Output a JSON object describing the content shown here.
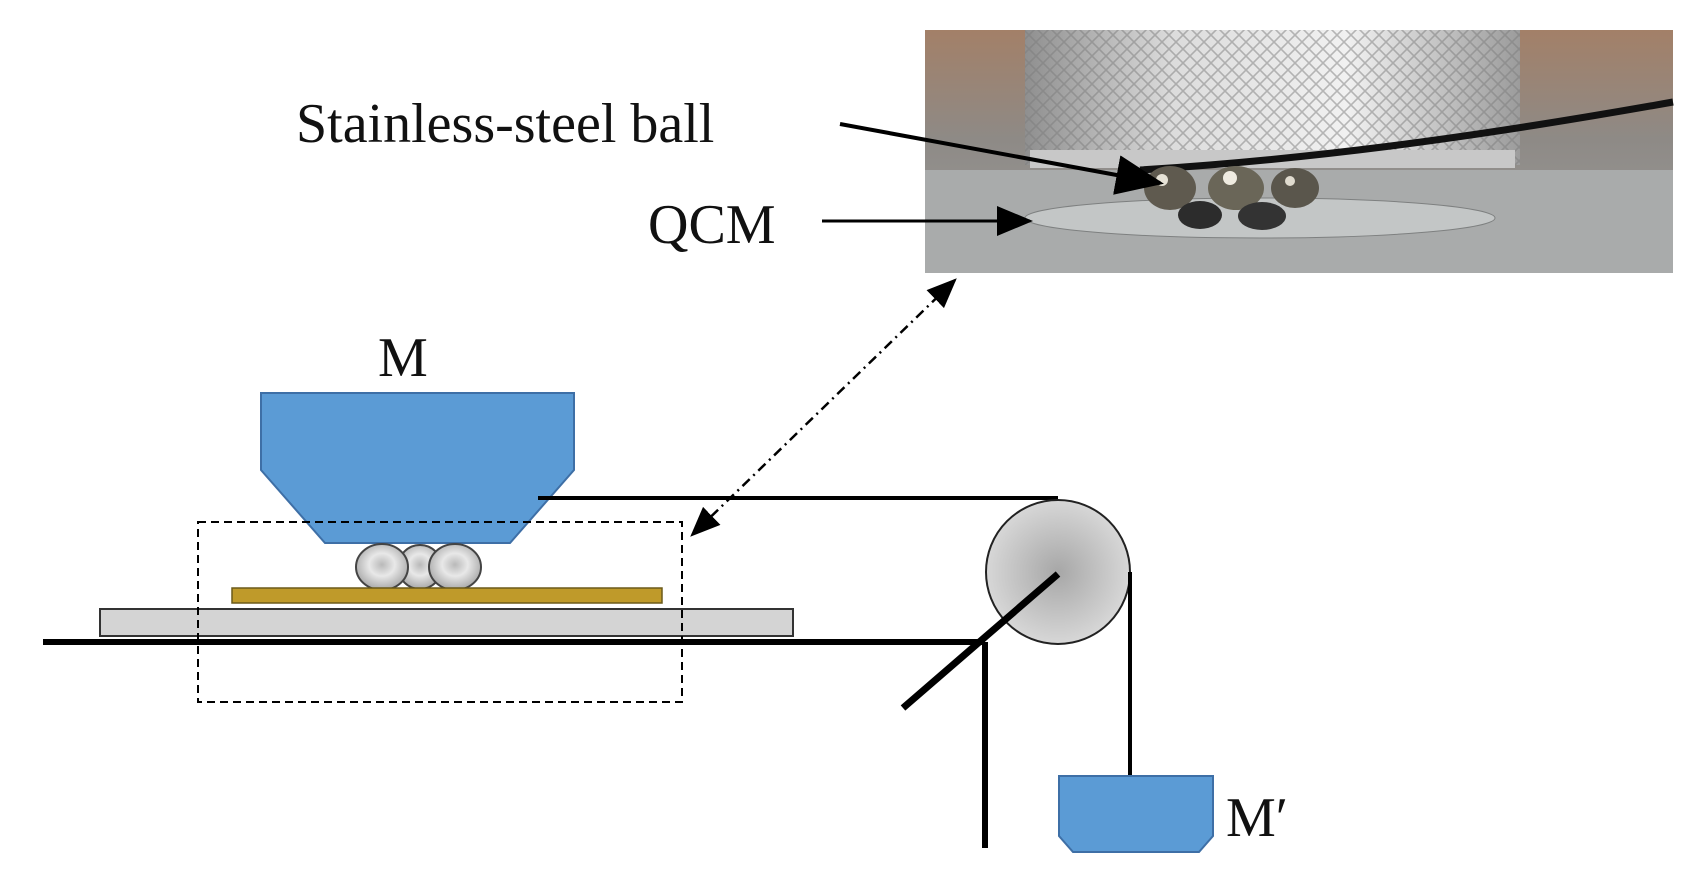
{
  "labels": {
    "ball": "Stainless-steel ball",
    "qcm": "QCM",
    "mass": "M",
    "counter_mass": "M′"
  },
  "colors": {
    "mass_blue": "#5b9bd5",
    "mass_outline": "#3e6fa6",
    "qcm_gold": "#bf9a2a",
    "stage_gray": "#d4d4d4",
    "ball_gray": "#c6c6c6",
    "pulley_gray": "#c8c8c8",
    "line_black": "#000000"
  }
}
